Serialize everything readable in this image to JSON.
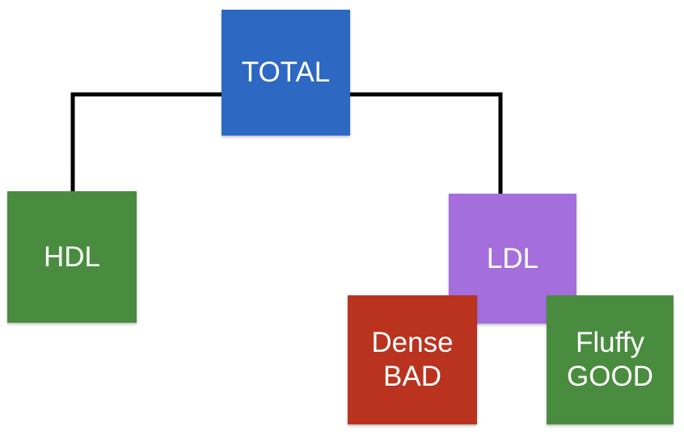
{
  "nodes": {
    "total": {
      "label": "TOTAL",
      "color": "#2d68c2"
    },
    "hdl": {
      "label": "HDL",
      "color": "#4a8c3f"
    },
    "ldl": {
      "label": "LDL",
      "color": "#a46fdd"
    },
    "dense": {
      "label": "Dense\nBAD",
      "color": "#b9331f"
    },
    "fluffy": {
      "label": "Fluffy\nGOOD",
      "color": "#4a8c3f"
    }
  },
  "edges": [
    {
      "from": "total",
      "to": "hdl"
    },
    {
      "from": "total",
      "to": "ldl"
    }
  ],
  "connector_color": "#000000"
}
